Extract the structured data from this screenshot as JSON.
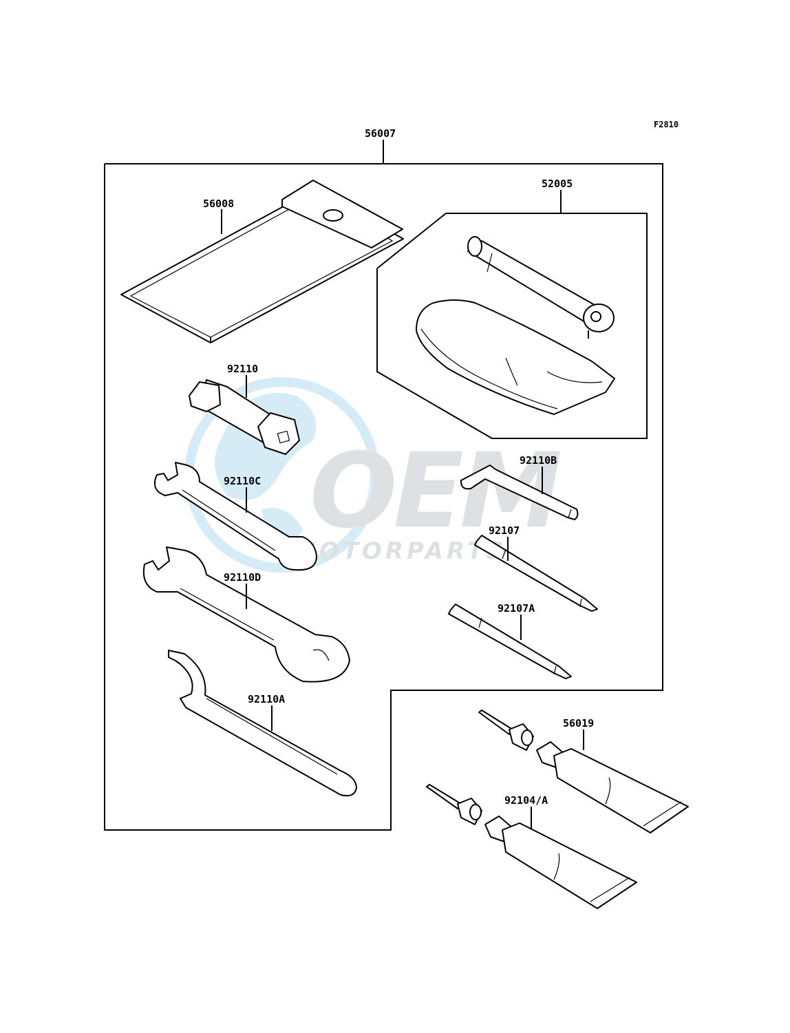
{
  "figure_code": "F2810",
  "watermark": {
    "brand": "OEM",
    "tagline": "MOTORPARTS",
    "color": "#7fc6e6"
  },
  "callouts": {
    "c56007": "56007",
    "c56008": "56008",
    "c52005": "52005",
    "c92110": "92110",
    "c92110C": "92110C",
    "c92110D": "92110D",
    "c92110A": "92110A",
    "c92110B": "92110B",
    "c92107": "92107",
    "c92107A": "92107A",
    "c56019": "56019",
    "c92104A": "92104/A"
  }
}
